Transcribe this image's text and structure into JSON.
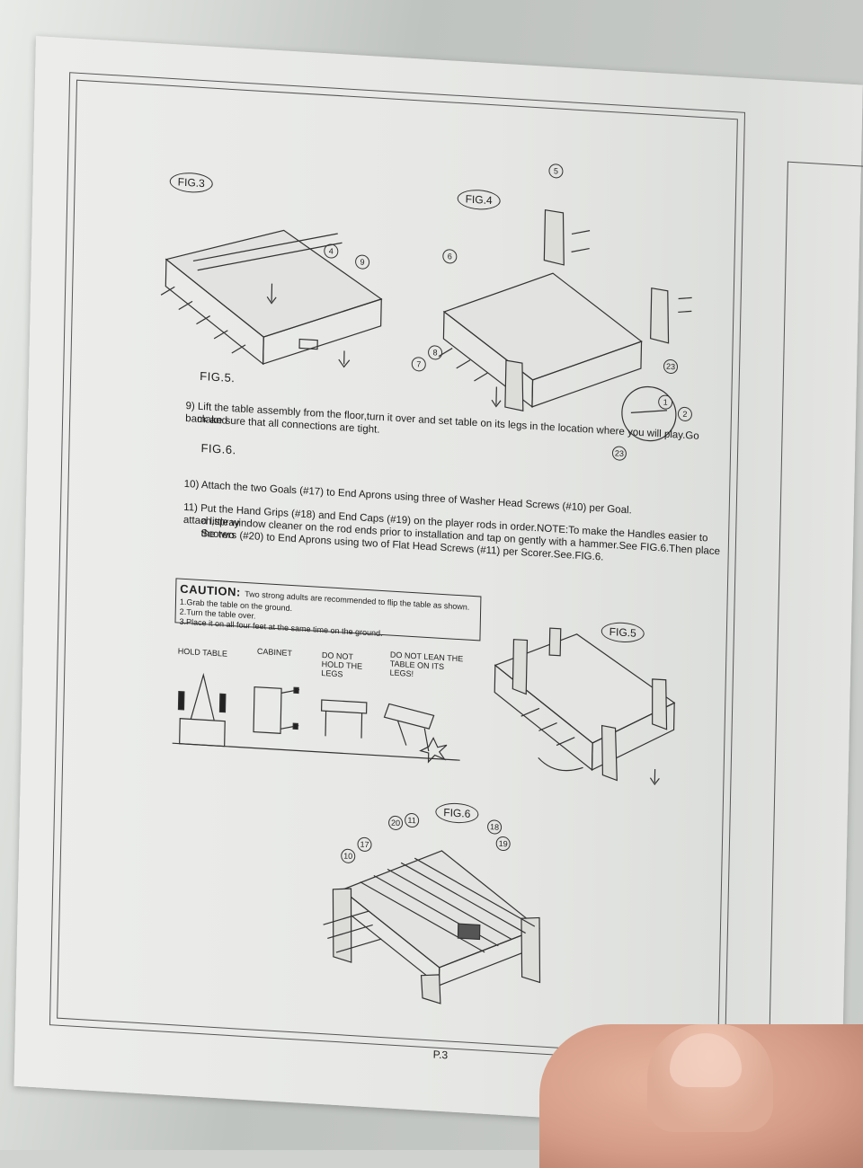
{
  "figures": {
    "fig3": "FIG.3",
    "fig4": "FIG.4",
    "fig5_top": "FIG.5.",
    "fig6_top": "FIG.6.",
    "fig5": "FIG.5",
    "fig6": "FIG.6"
  },
  "steps": {
    "step9": "9) Lift the table assembly from the floor,turn it over and set table on its legs in the location where you will play.Go back and",
    "step9b": "make sure that all connections are tight.",
    "step10": "10) Attach the two Goals (#17) to End Aprons using three of Washer Head Screws (#10) per Goal.",
    "step11": "11) Put the Hand Grips (#18) and End Caps (#19) on the player rods in order.NOTE:To make the Handles easier to attach,spray",
    "step11b": "a little window cleaner on the rod ends prior to installation and tap on gently with a hammer.See FIG.6.Then place the two",
    "step11c": "Scorers (#20) to End Aprons using two of Flat Head Screws (#11) per Scorer.See.FIG.6."
  },
  "caution": {
    "title": "CAUTION:",
    "subtitle": "Two strong adults are recommended to flip the table as shown.",
    "lines": [
      "1.Grab the table on the ground.",
      "2.Turn the table over.",
      "3.Place it on all four feet at the same time on the ground."
    ]
  },
  "diagram_labels": {
    "hold_table": "HOLD TABLE",
    "cabinet": "CABINET",
    "do_not_hold": "DO NOT\nHOLD THE\nLEGS",
    "do_not_lean": "DO NOT LEAN THE\nTABLE ON ITS\nLEGS!"
  },
  "part_numbers": [
    "4",
    "9",
    "5",
    "6",
    "8",
    "7",
    "23",
    "1",
    "2",
    "23",
    "20",
    "11",
    "17",
    "10",
    "18",
    "19"
  ],
  "page": "P.3"
}
